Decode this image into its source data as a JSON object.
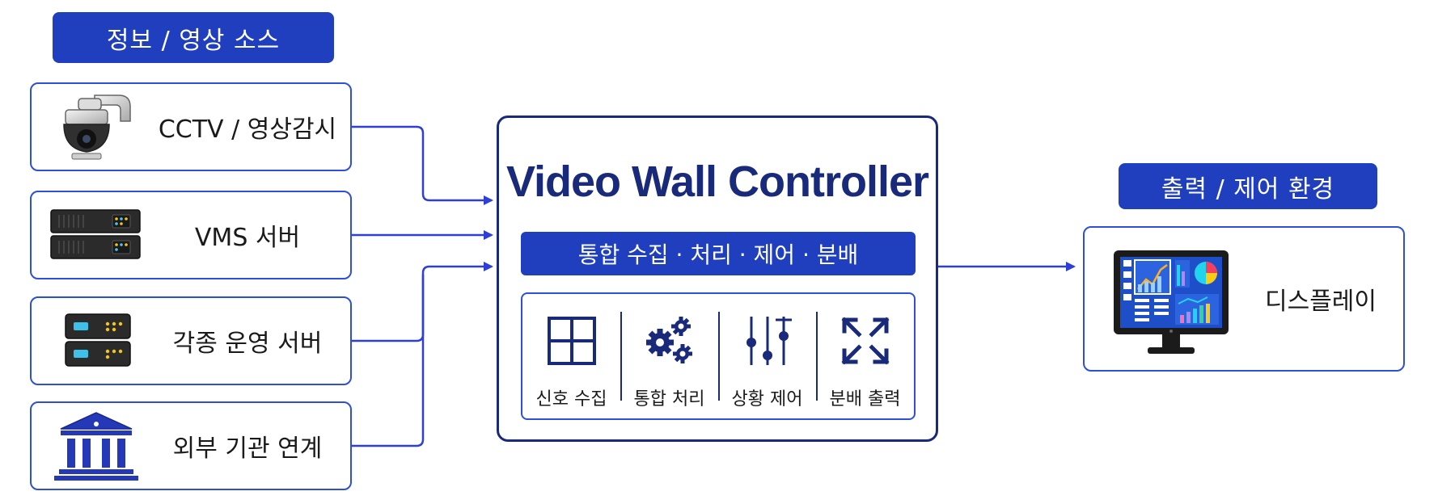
{
  "sources": {
    "header": "정보 / 영상 소스",
    "items": [
      {
        "label": "CCTV / 영상감시",
        "icon": "cctv-camera-icon"
      },
      {
        "label": "VMS 서버",
        "icon": "server-rack-icon"
      },
      {
        "label": "각종 운영 서버",
        "icon": "server-icon"
      },
      {
        "label": "외부 기관 연계",
        "icon": "institution-building-icon"
      }
    ]
  },
  "controller": {
    "title": "Video Wall Controller",
    "subtitle": "통합 수집 · 처리 · 제어 · 분배",
    "functions": [
      {
        "label": "신호 수집",
        "icon": "grid-window-icon"
      },
      {
        "label": "통합 처리",
        "icon": "gears-icon"
      },
      {
        "label": "상황 제어",
        "icon": "sliders-icon"
      },
      {
        "label": "분배 출력",
        "icon": "expand-arrows-icon"
      }
    ]
  },
  "output": {
    "header": "출력 / 제어 환경",
    "item": {
      "label": "디스플레이",
      "icon": "dashboard-monitor-icon"
    }
  },
  "colors": {
    "accent": "#1f3fbf",
    "border": "#2e4fd8",
    "navy": "#1a2a7a",
    "connector": "#2e3fd8"
  }
}
